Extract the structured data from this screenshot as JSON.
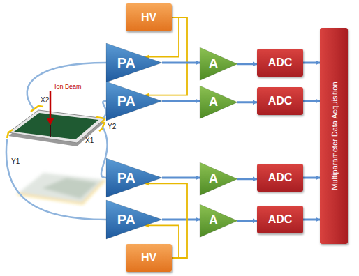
{
  "diagram": {
    "nodes": [
      {
        "text": [
          "HV"
        ]
      },
      {
        "text": [
          "PA"
        ]
      },
      {
        "text": [
          "A"
        ]
      },
      {
        "text": [
          "ADC"
        ]
      },
      {
        "text": [
          "PA"
        ]
      },
      {
        "text": [
          "A"
        ]
      },
      {
        "text": [
          "ADC"
        ]
      },
      {
        "text": [
          "PA"
        ]
      },
      {
        "text": [
          "A"
        ]
      },
      {
        "text": [
          "ADC"
        ]
      },
      {
        "text": [
          "PA"
        ]
      },
      {
        "text": [
          "A"
        ]
      },
      {
        "text": [
          "ADC"
        ]
      },
      {
        "text": [
          "Multiparameter Data Acquisition"
        ]
      },
      {
        "text": [
          "HV"
        ]
      }
    ],
    "edges": [
      {
        "from": 0,
        "to": 1,
        "arrow": "to"
      },
      {
        "from": 0,
        "to": 4,
        "arrow": "to"
      },
      {
        "from": 1,
        "to": 2,
        "arrow": "to"
      },
      {
        "from": 2,
        "to": 3,
        "arrow": "to"
      },
      {
        "from": 3,
        "to": 13,
        "arrow": "to"
      },
      {
        "from": 4,
        "to": 5,
        "arrow": "to"
      },
      {
        "from": 5,
        "to": 6,
        "arrow": "to"
      },
      {
        "from": 6,
        "to": 13,
        "arrow": "to"
      },
      {
        "from": 7,
        "to": 8,
        "arrow": "to"
      },
      {
        "from": 8,
        "to": 9,
        "arrow": "to"
      },
      {
        "from": 9,
        "to": 13,
        "arrow": "to"
      },
      {
        "from": 10,
        "to": 11,
        "arrow": "to"
      },
      {
        "from": 11,
        "to": 12,
        "arrow": "to"
      },
      {
        "from": 12,
        "to": 13,
        "arrow": "to"
      },
      {
        "from": 14,
        "to": 10,
        "arrow": "to"
      },
      {
        "from": 14,
        "to": 7,
        "arrow": "to"
      }
    ],
    "labels": [
      "X2",
      "Ion Beam",
      "X1",
      "Y2",
      "Y1"
    ]
  }
}
